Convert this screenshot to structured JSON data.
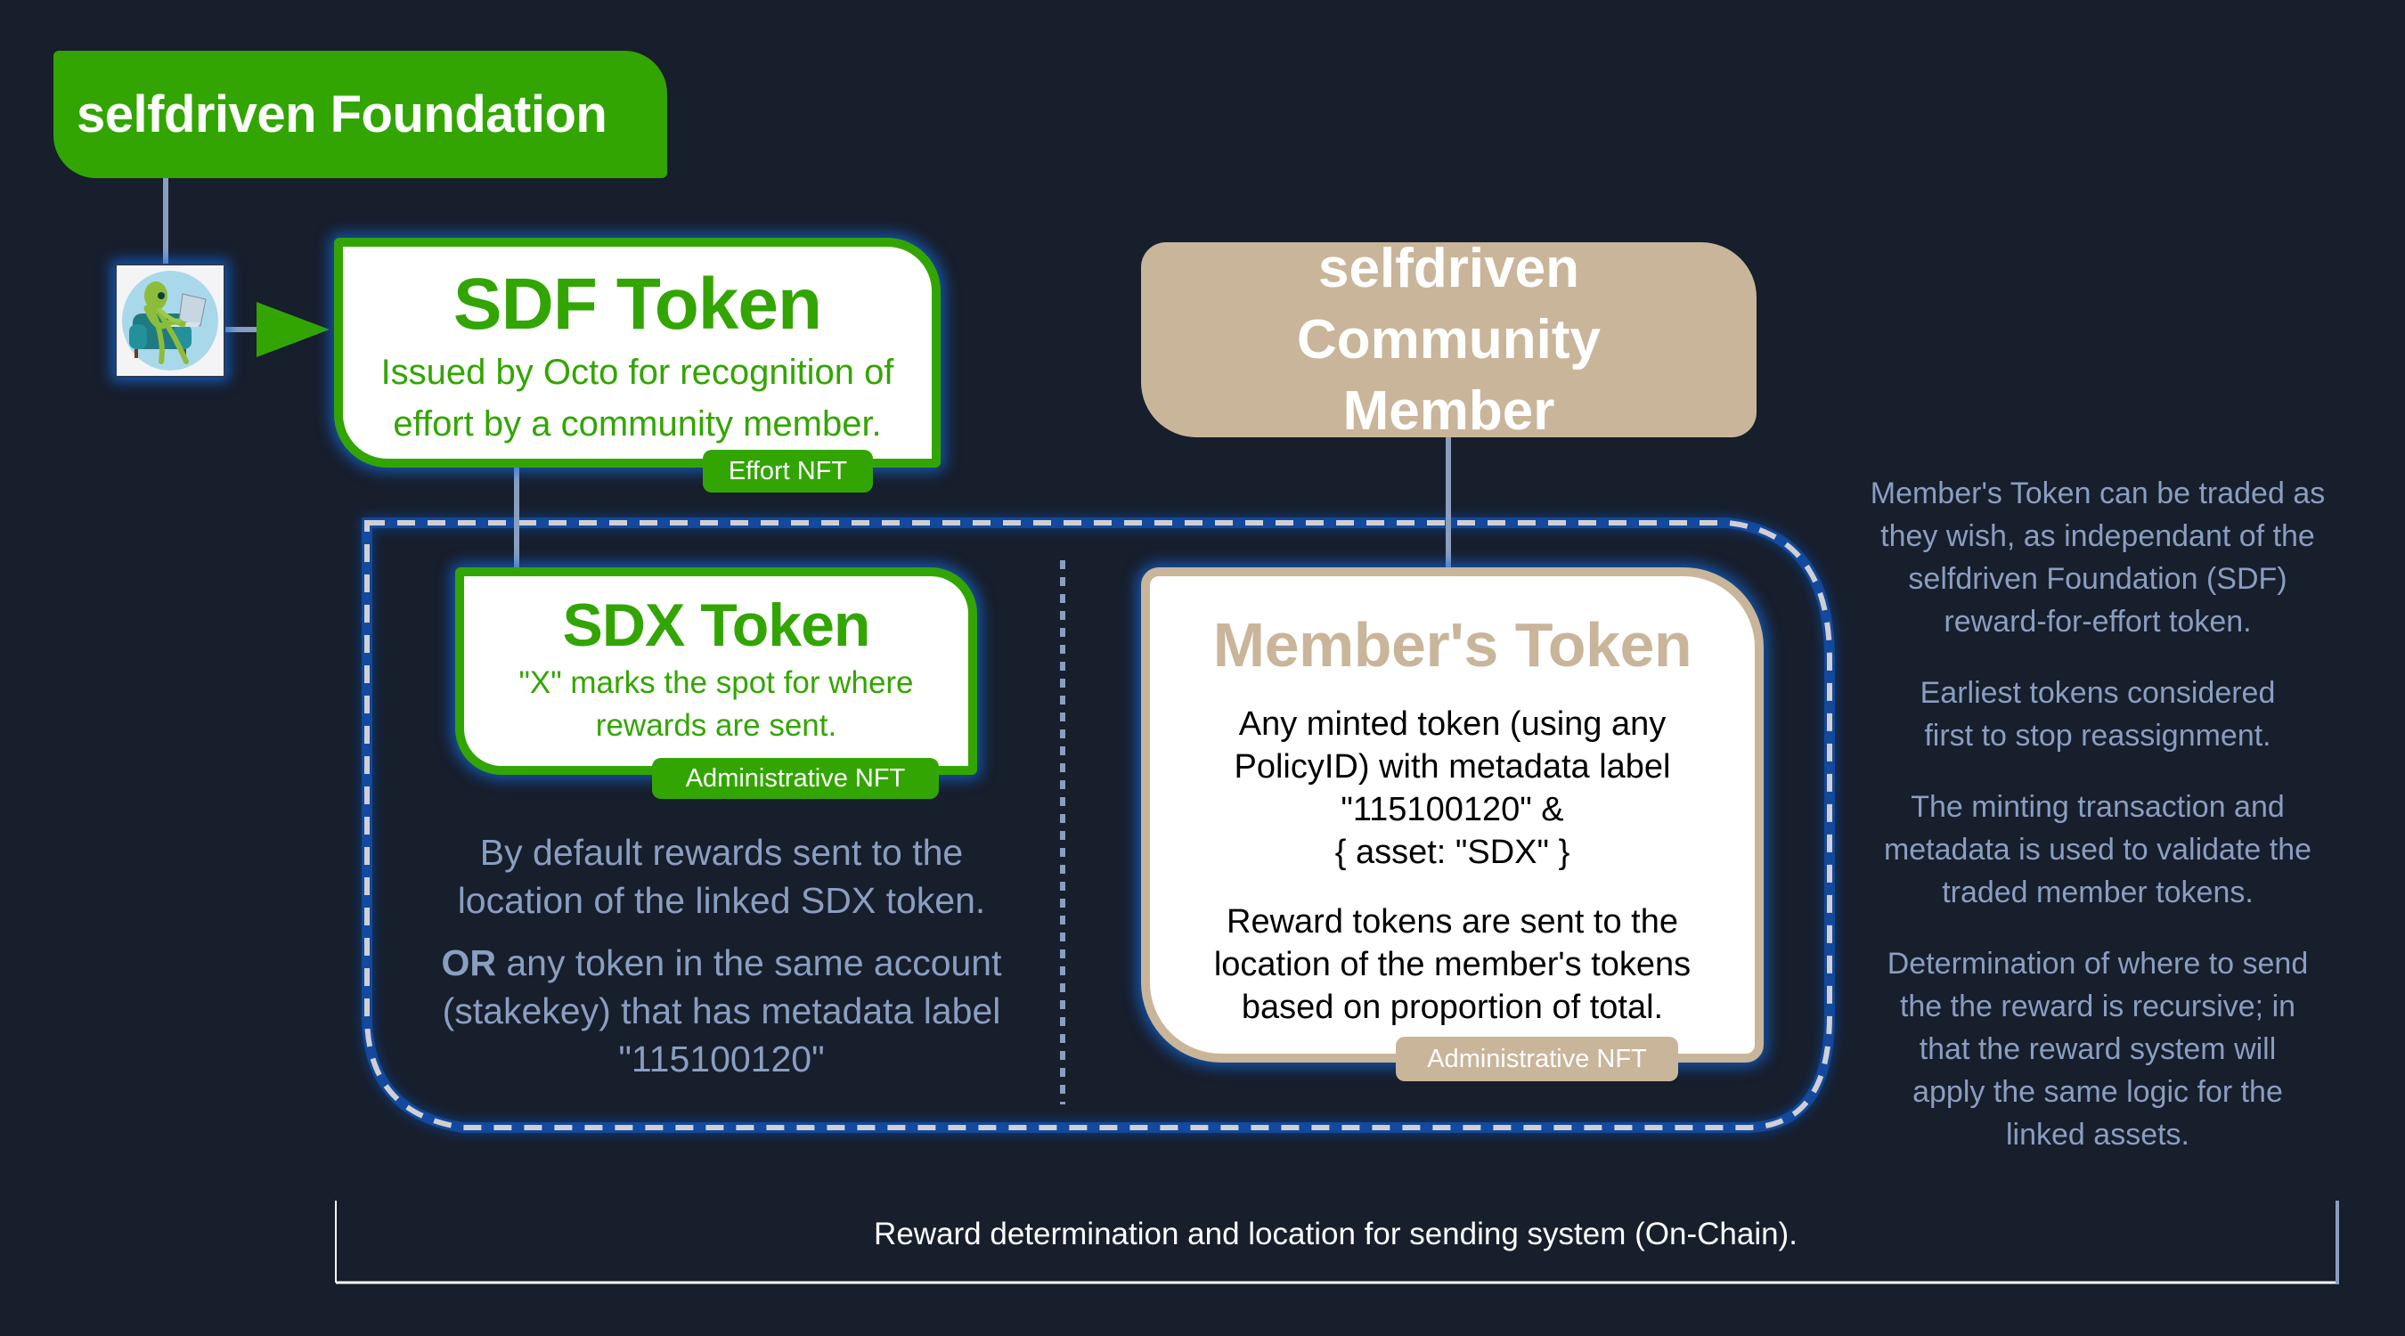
{
  "foundation": {
    "title": "selfdriven Foundation"
  },
  "avatar": {
    "alt": "Octo",
    "icon": "octopus-avatar-icon"
  },
  "sdf_token": {
    "title": "SDF Token",
    "subtitle_lines": [
      "Issued by Octo for recognition of",
      "effort by a community member."
    ],
    "tag": "Effort NFT"
  },
  "sdx_token": {
    "title": "SDX Token",
    "subtitle_lines": [
      "\"X\" marks the spot for where",
      "rewards are sent."
    ],
    "tag": "Administrative NFT"
  },
  "left_notes": {
    "p1_lines": [
      "By default rewards sent to the",
      "location of the linked SDX token."
    ],
    "p2_bold": "OR",
    "p2_lines": [
      " any token in the same account",
      "(stakekey) that has metadata label",
      "\"115100120\""
    ]
  },
  "community": {
    "title_lines": [
      "selfdriven Community",
      "Member"
    ]
  },
  "member_token": {
    "title": "Member's Token",
    "body_lines": [
      "Any minted token (using any",
      "PolicyID) with metadata label",
      "\"115100120\" &",
      "{ asset: \"SDX\" }"
    ],
    "body2_lines": [
      "Reward tokens are sent to the",
      "location of the member's tokens",
      "based on proportion of total."
    ],
    "tag": "Administrative NFT"
  },
  "right_notes": [
    {
      "lines": [
        "Member's Token can be traded as",
        "they wish, as independant of the",
        "selfdriven Foundation (SDF)",
        "reward-for-effort token."
      ]
    },
    {
      "lines": [
        "Earliest tokens considered",
        "first to stop reassignment."
      ]
    },
    {
      "lines": [
        "The minting transaction and",
        "metadata is used to validate the",
        "traded member tokens."
      ]
    },
    {
      "lines": [
        "Determination of where to send",
        "the the reward is recursive; in",
        "that the reward system will",
        "apply the same logic for the",
        "linked assets."
      ]
    }
  ],
  "bracket": {
    "label": "Reward determination and location for sending system (On-Chain)."
  },
  "colors": {
    "background": "#171e2c",
    "green": "#33a502",
    "tan": "#c9b59a",
    "connector": "#8a9ec0",
    "glow": "#1466e6",
    "note_text": "#8a9ec0"
  }
}
